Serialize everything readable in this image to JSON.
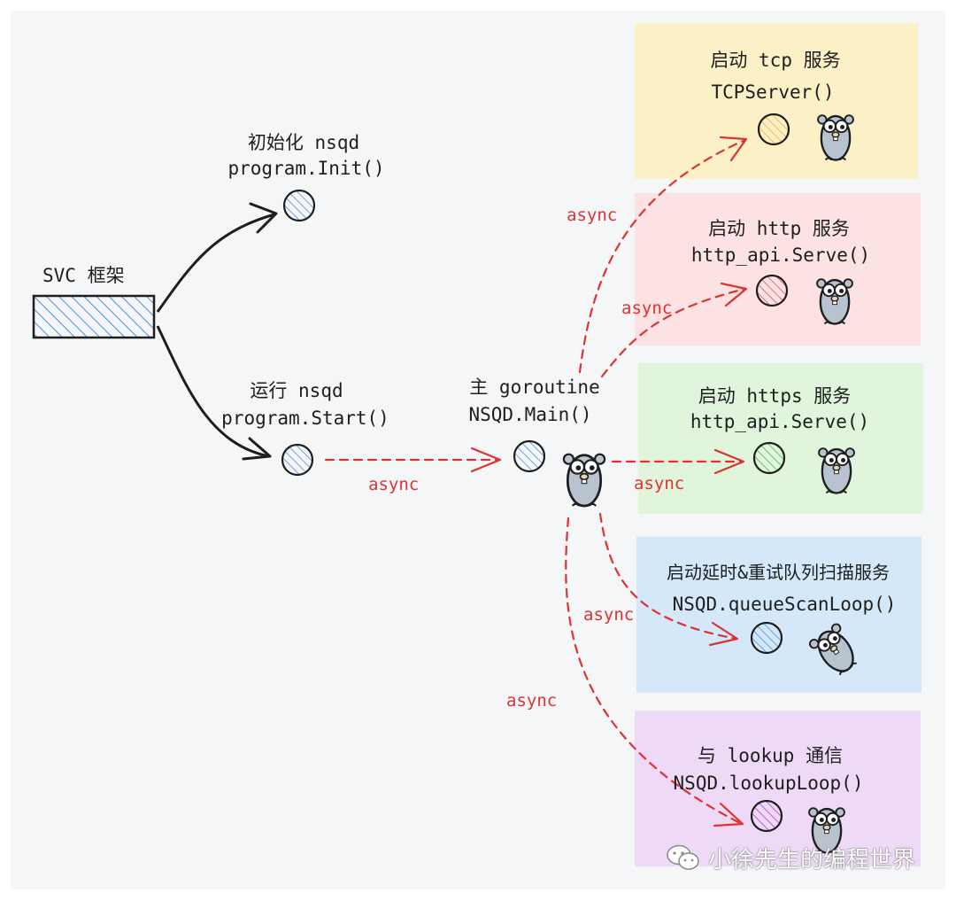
{
  "colors": {
    "arrow_black": "#1e1e1e",
    "arrow_red": "#e03131",
    "box_tcp": "#fbf0c6",
    "box_http": "#fde2e4",
    "box_https": "#e0f5dc",
    "box_queue": "#d4e8fa",
    "box_lookup": "#eedaf6",
    "node_blue": "#4a90d9",
    "node_yellow": "#f0b429",
    "node_red": "#e05555",
    "node_green": "#3fb950",
    "node_purple": "#b040d0"
  },
  "svc": {
    "label": "SVC 框架"
  },
  "init": {
    "title": "初始化 nsqd",
    "code": "program.Init()"
  },
  "start": {
    "title": "运行 nsqd",
    "code": "program.Start()"
  },
  "main": {
    "title": "主 goroutine",
    "code": "NSQD.Main()"
  },
  "services": [
    {
      "title": "启动 tcp 服务",
      "code": "TCPServer()"
    },
    {
      "title": "启动 http 服务",
      "code": "http_api.Serve()"
    },
    {
      "title": "启动 https 服务",
      "code": "http_api.Serve()"
    },
    {
      "title": "启动延时&重试队列扫描服务",
      "code": "NSQD.queueScanLoop()"
    },
    {
      "title": "与 lookup 通信",
      "code": "NSQD.lookupLoop()"
    }
  ],
  "async_label": "async",
  "icons": {
    "node": "hatched-circle-icon",
    "gopher": "gopher-mascot-icon",
    "wechat": "wechat-logo-icon"
  },
  "watermark": "小徐先生的编程世界"
}
